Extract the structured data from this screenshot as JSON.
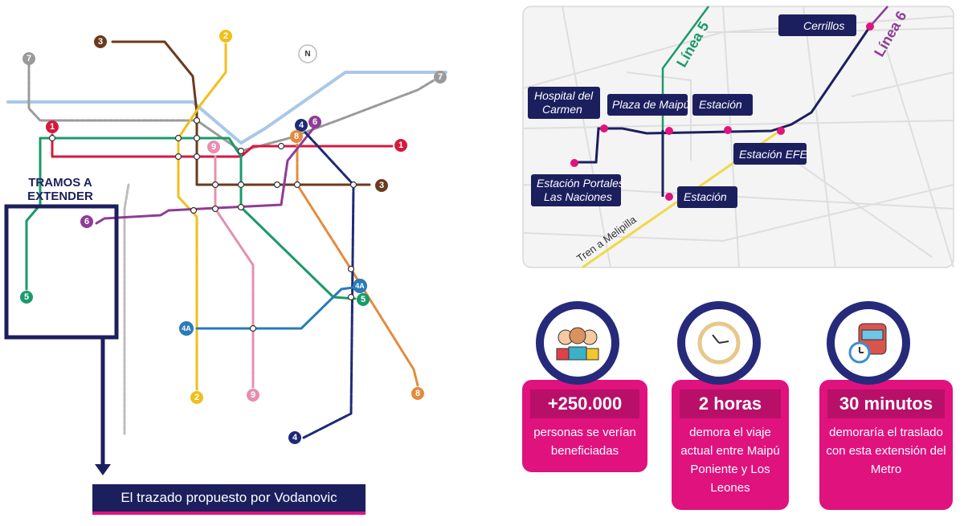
{
  "metro_map": {
    "title_line1": "TRAMOS A",
    "title_line2": "EXTENDER",
    "north_label": "N",
    "badges": {
      "l1a": "1",
      "l1b": "1",
      "l2a": "2",
      "l2b": "2",
      "l3a": "3",
      "l3b": "3",
      "l4a": "4",
      "l4b": "4",
      "l4Aa": "4A",
      "l4Ab": "4A",
      "l5a": "5",
      "l5b": "5",
      "l6a": "6",
      "l6b": "6",
      "l7a": "7",
      "l7b": "7",
      "l8a": "8",
      "l8b": "8",
      "l9a": "9",
      "l9b": "9"
    },
    "colors": {
      "l1": "#d6193f",
      "l2": "#f2be1a",
      "l3": "#6b3a1e",
      "l4": "#1e2a78",
      "l4A": "#2a7ab8",
      "l5": "#1a9a6a",
      "l6": "#8e3c96",
      "l7": "#9a9a9a",
      "l8": "#e58a3c",
      "l9": "#e58fb0",
      "river": "#a9c8e8"
    }
  },
  "caption": "El trazado propuesto por Vodanovic",
  "detail_map": {
    "line5_label": "Línea 5",
    "line6_label": "Línea 6",
    "train_label": "Tren a Melipilla",
    "stations": {
      "cerrillos": "Cerrillos",
      "hospital_1": "Hospital del",
      "hospital_2": "Carmen",
      "plaza": "Plaza de Maipú",
      "estacion_1": "Estación",
      "estacion_efe": "Estación EFE",
      "portales_1": "Estación Portales",
      "portales_2": "Las Naciones",
      "estacion_2": "Estación"
    }
  },
  "stats": [
    {
      "icon": "people-icon",
      "value": "+250.000",
      "desc": "personas se verían beneficiadas"
    },
    {
      "icon": "clock-icon",
      "value": "2 horas",
      "desc": "demora el viaje actual entre Maipú Poniente y Los Leones"
    },
    {
      "icon": "train-clock-icon",
      "value": "30 minutos",
      "desc": "demoraría el traslado con esta extensión del Metro"
    }
  ]
}
